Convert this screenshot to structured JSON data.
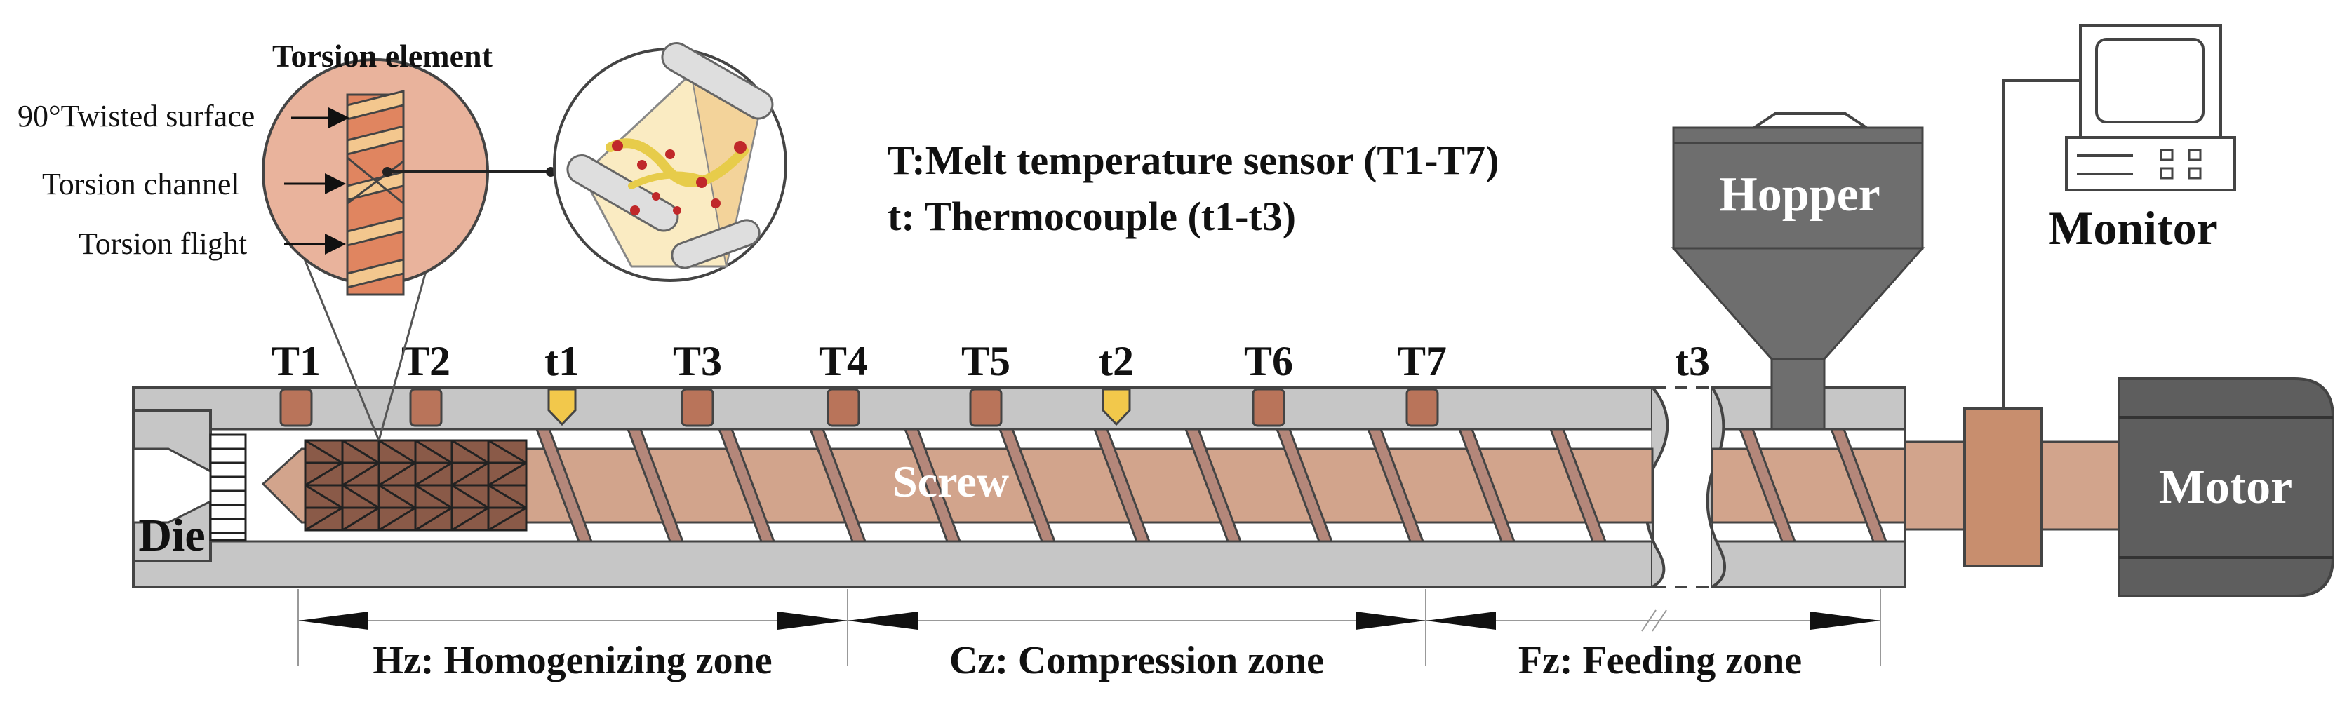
{
  "title": "Torsion element",
  "torsion_callouts": [
    "90°Twisted surface",
    "Torsion channel",
    "Torsion flight"
  ],
  "legend": {
    "line1": "T:Melt temperature sensor (T1-T7)",
    "line2": "t: Thermocouple (t1-t3)"
  },
  "components": {
    "hopper": "Hopper",
    "monitor": "Monitor",
    "motor": "Motor",
    "screw": "Screw",
    "die": "Die"
  },
  "sensors": [
    "T1",
    "T2",
    "t1",
    "T3",
    "T4",
    "T5",
    "t2",
    "T6",
    "T7",
    "t3"
  ],
  "zones": [
    "Hz: Homogenizing zone",
    "Cz: Compression zone",
    "Fz: Feeding zone"
  ],
  "colors": {
    "barrel": "#c6c6c6",
    "screw": "#d2a48c",
    "sensor": "#b9745a",
    "thermocouple": "#f2c84b",
    "hopper": "#6e6e6e",
    "motor": "#5e5e5e",
    "coupling": "#c88e6e",
    "zoom": "#e9b39c"
  }
}
